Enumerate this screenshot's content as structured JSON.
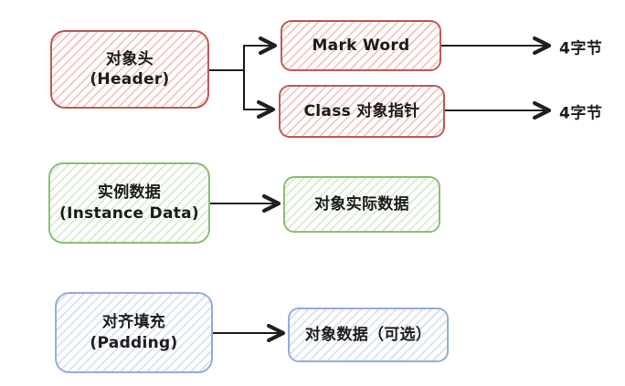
{
  "palette": {
    "canvas_bg": "#ffffff",
    "red_stroke": "#bf5a55",
    "red_hatch": "#f2c7c4",
    "green_stroke": "#8abf72",
    "green_hatch": "#d9ecd0",
    "blue_stroke": "#93aed8",
    "blue_hatch": "#d9e2f3",
    "line_color": "#1f1f1f",
    "text_color": "#1c1c1c"
  },
  "nodes": {
    "header": {
      "line1": "对象头",
      "line2": "(Header)"
    },
    "mark_word": {
      "label": "Mark Word"
    },
    "class_pointer": {
      "label": "Class 对象指针"
    },
    "instance_data": {
      "line1": "实例数据",
      "line2": "(Instance Data)"
    },
    "instance_target": {
      "label": "对象实际数据"
    },
    "padding": {
      "line1": "对齐填充",
      "line2": "(Padding)"
    },
    "padding_target": {
      "label": "对象数据（可选）"
    }
  },
  "annotations": {
    "mark_word_size": "4字节",
    "class_pointer_size": "4字节"
  }
}
